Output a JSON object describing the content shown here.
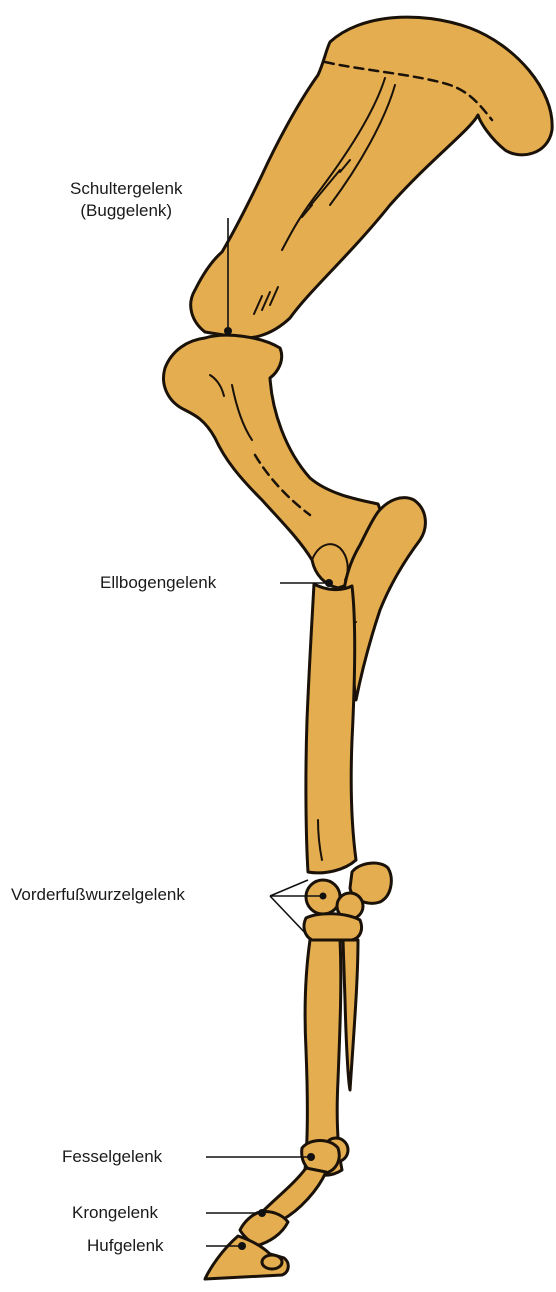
{
  "labels": {
    "shoulder_line1": "Schultergelenk",
    "shoulder_line2": "(Buggelenk)",
    "elbow": "Ellbogengelenk",
    "carpal": "Vorderfußwurzelgelenk",
    "fetlock": "Fesselgelenk",
    "pastern": "Krongelenk",
    "coffin": "Hufgelenk"
  },
  "colors": {
    "bone": "#e4ad4f",
    "outline": "#1a1209"
  }
}
